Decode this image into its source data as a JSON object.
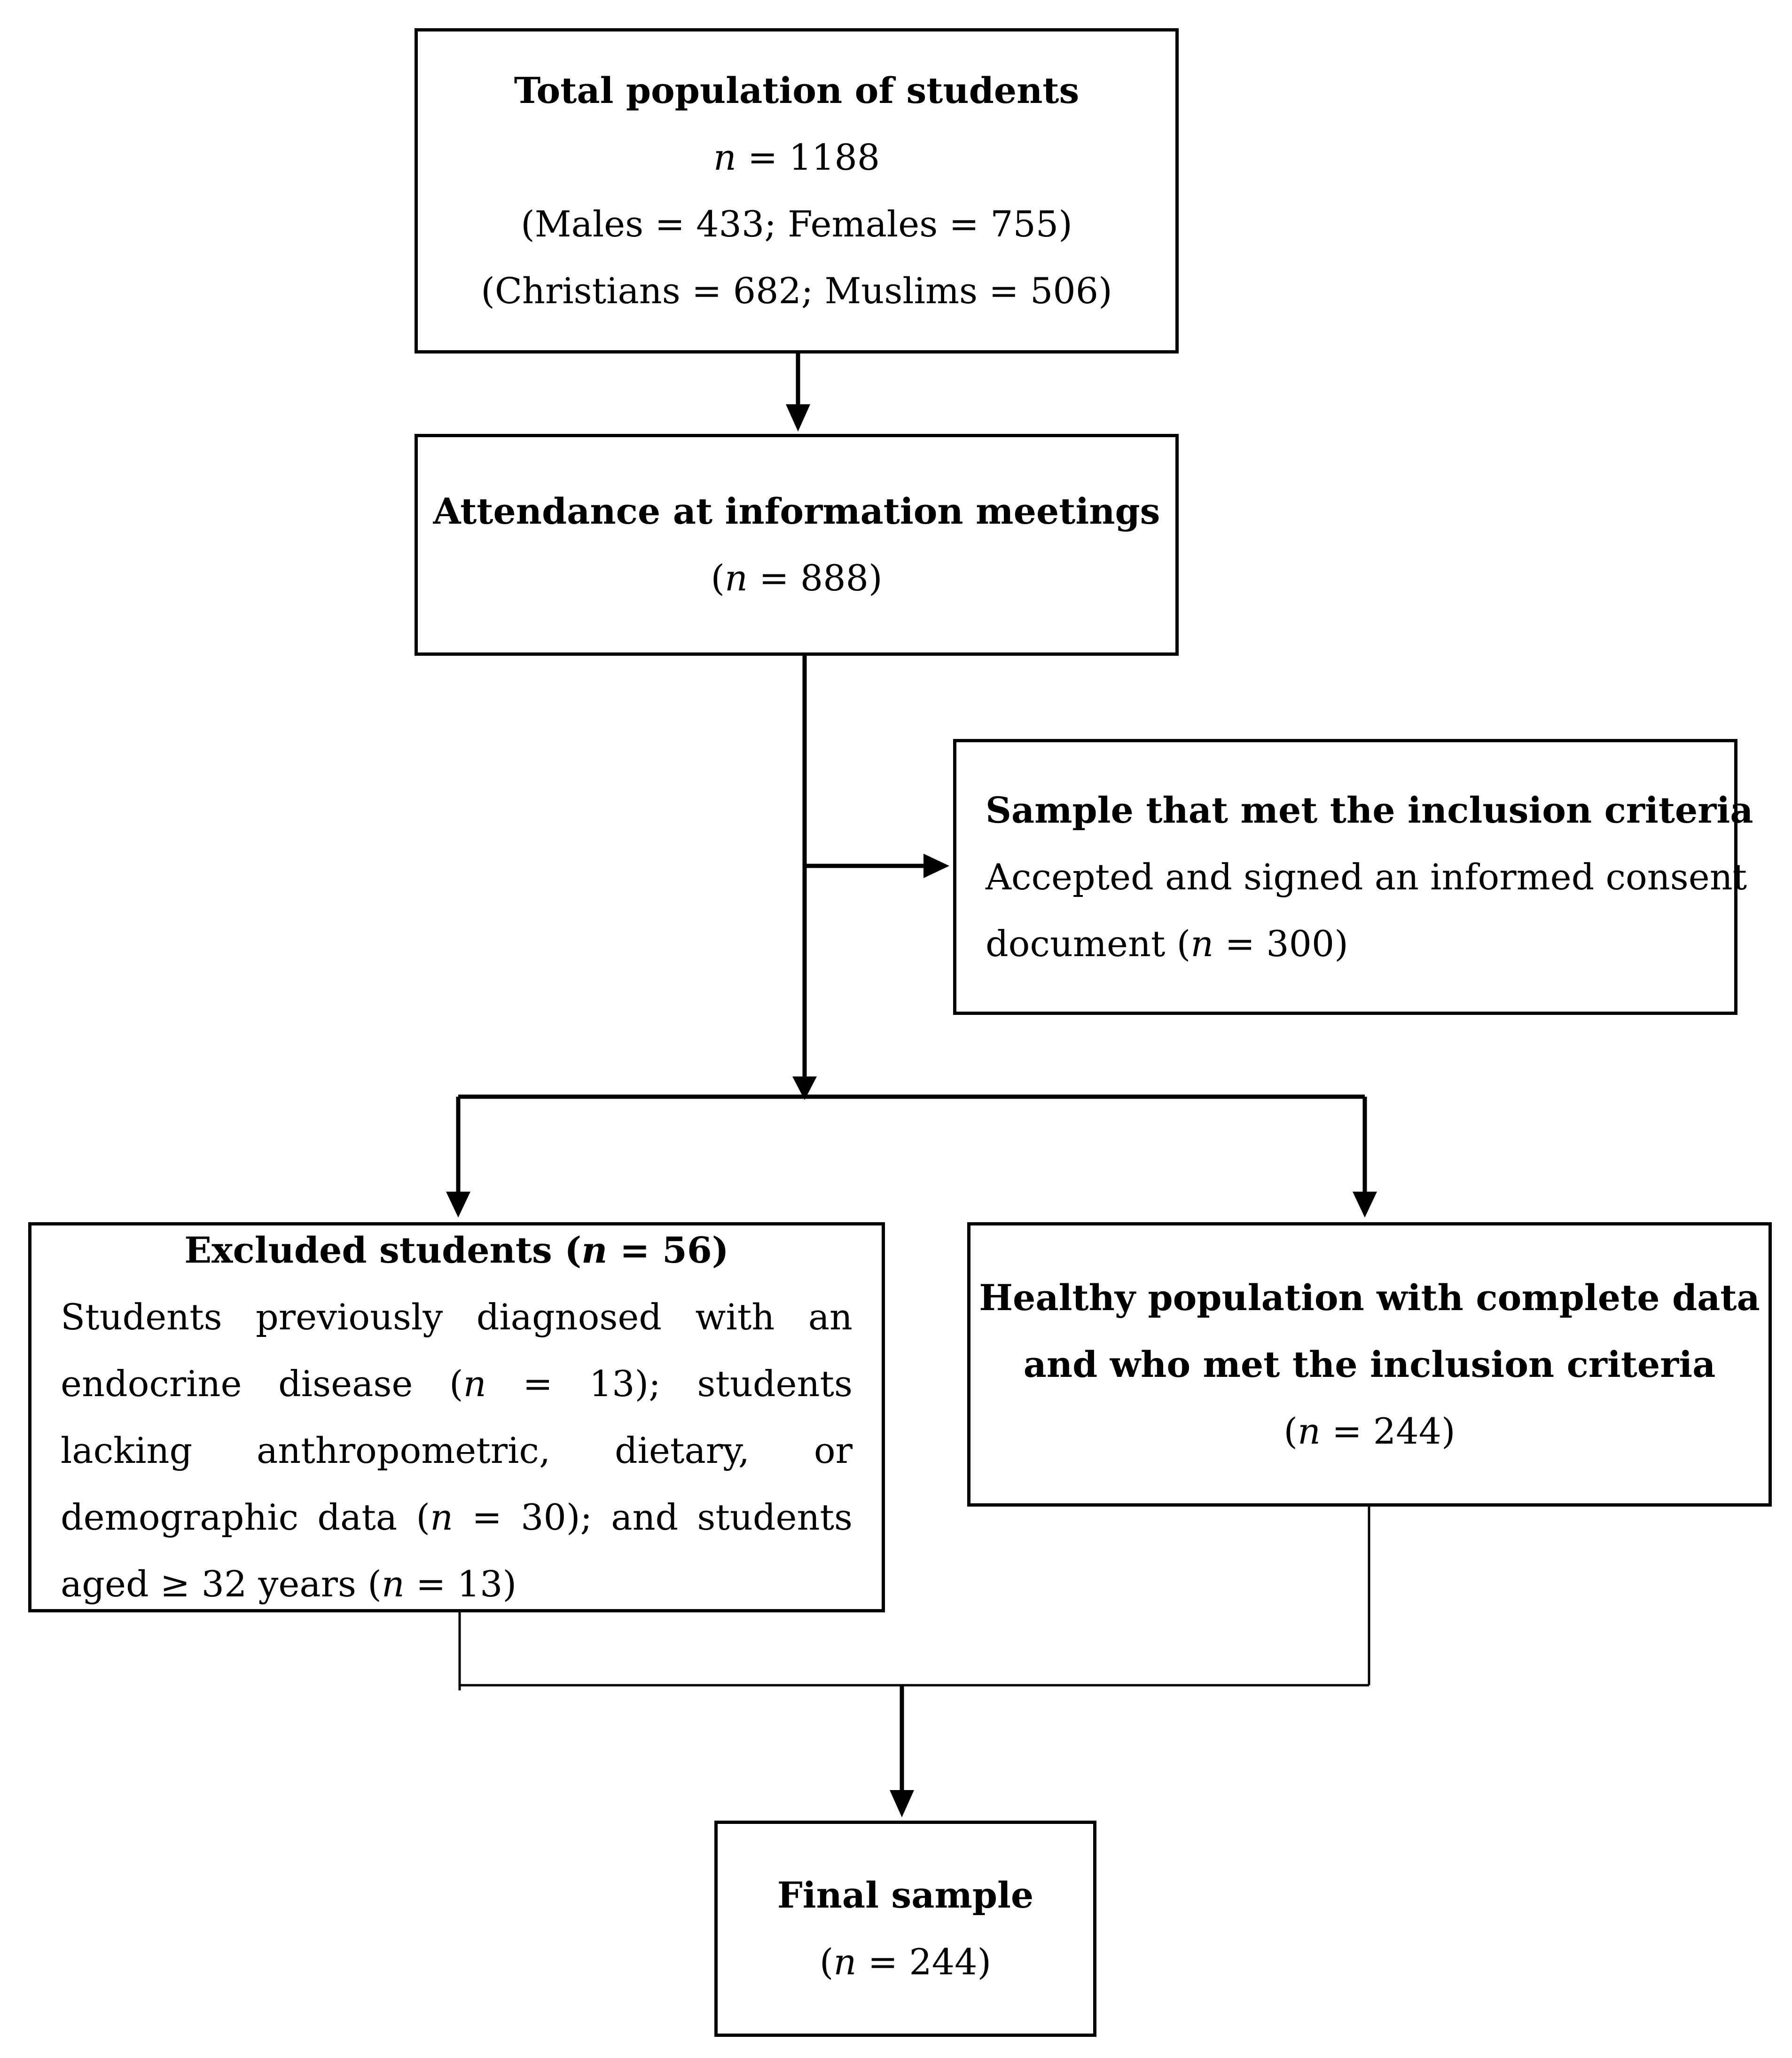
{
  "boxes": {
    "total_population": {
      "title": "Total population of students",
      "n_label": "n",
      "n_value": " = 1188",
      "line2": "(Males = 433; Females = 755)",
      "line3": "(Christians = 682; Muslims = 506)"
    },
    "attendance": {
      "title": "Attendance at information meetings",
      "n_prefix": "(",
      "n_label": "n",
      "n_value": " = 888)"
    },
    "inclusion": {
      "title": "Sample that met the inclusion criteria",
      "line1": "Accepted and signed an informed consent",
      "line2_text": "document (",
      "n_label": "n",
      "n_value": " = 300)"
    },
    "excluded": {
      "title_text": "Excluded students (",
      "title_n_label": "n",
      "title_n_value": " = 56)",
      "seg1": "Students previously diagnosed with an endocrine disease (",
      "n1_label": "n",
      "seg2": " = 13); students lacking anthropometric, dietary, or demographic data (",
      "n2_label": "n",
      "seg3": " = 30); and students aged ≥ 32 years (",
      "n3_label": "n",
      "seg4": " = 13)"
    },
    "healthy": {
      "title_line1": "Healthy population with complete data",
      "title_line2": "and who met the inclusion criteria",
      "n_prefix": "(",
      "n_label": "n",
      "n_value": " = 244)"
    },
    "final": {
      "title": "Final sample",
      "n_prefix": "(",
      "n_label": "n",
      "n_value": " = 244)"
    }
  }
}
